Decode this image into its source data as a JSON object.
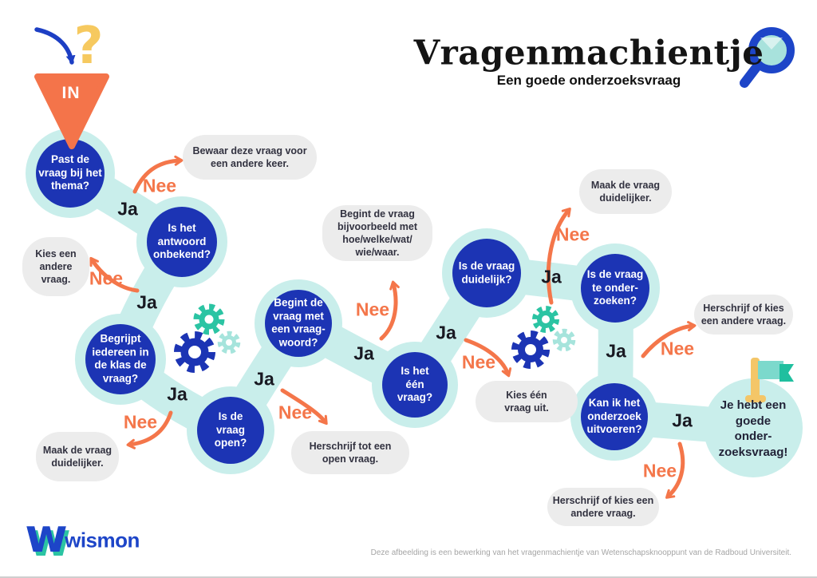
{
  "header": {
    "title": "Vragenmachientje",
    "subtitle": "Een goede onderzoeksvraag"
  },
  "intro": {
    "funnel_label": "IN",
    "question_glyph": "?"
  },
  "labels": {
    "yes": "Ja",
    "no": "Nee"
  },
  "nodes": [
    {
      "text": "Past de\nvraag bij het\nthema?"
    },
    {
      "text": "Is het\nantwoord\nonbekend?"
    },
    {
      "text": "Begrijpt\niedereen in\nde klas de\nvraag?"
    },
    {
      "text": "Is de\nvraag\nopen?"
    },
    {
      "text": "Begint de\nvraag met\neen vraag-\nwoord?"
    },
    {
      "text": "Is het\néén\nvraag?"
    },
    {
      "text": "Is de vraag\nduidelijk?"
    },
    {
      "text": "Is de vraag\nte onder-\nzoeken?"
    },
    {
      "text": "Kan ik het\nonderzoek\nuitvoeren?"
    }
  ],
  "final_node": {
    "text": "Je hebt een\ngoede onder-\nzoeksvraag!"
  },
  "bubbles": [
    {
      "text": "Bewaar deze vraag voor\neen andere keer."
    },
    {
      "text": "Kies een\nandere\nvraag."
    },
    {
      "text": "Maak de vraag\nduidelijker."
    },
    {
      "text": "Herschrijf tot een\nopen vraag."
    },
    {
      "text": "Begint de vraag\nbijvoorbeeld met\nhoe/welke/wat/\nwie/waar."
    },
    {
      "text": "Kies één\nvraag uit."
    },
    {
      "text": "Maak de vraag\nduidelijker."
    },
    {
      "text": "Herschrijf of kies\neen andere vraag."
    },
    {
      "text": "Herschrijf of kies een\nandere vraag."
    }
  ],
  "footer": {
    "logo_mark": "w",
    "logo_text": "wismon",
    "credit": "Deze afbeelding is een bewerking van het vragenmachientje van Wetenschapsknooppunt van de Radboud Universiteit."
  },
  "colors": {
    "circle_blue": "#1c34b4",
    "path_cyan": "#c9eeeb",
    "accent_orange": "#f4764a",
    "accent_yellow": "#f6c95f",
    "teal": "#2bc4a3",
    "light_teal": "#a6e4dc",
    "bubble_gray": "#ececec"
  }
}
